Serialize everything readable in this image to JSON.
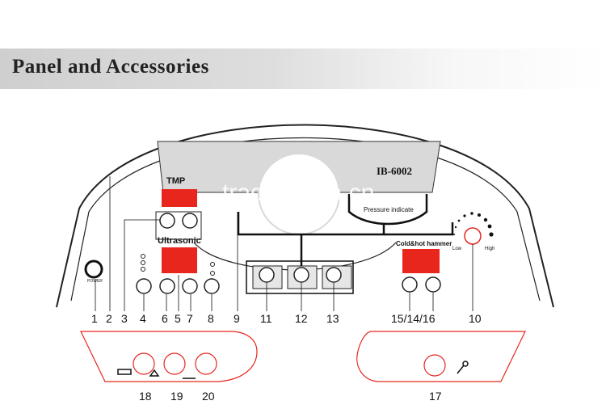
{
  "header": {
    "title": "Panel and Accessories"
  },
  "panel": {
    "model": "IB-6002",
    "display_label_partial": "TMP",
    "pressure_label": "Pressure indicate",
    "ultrasonic_label": "Ultrasonic",
    "hammer_label": "Cold&hot hammer",
    "knob_low": "Low",
    "knob_high": "High",
    "power_label": "POWER"
  },
  "watermark": "trade.china.cn",
  "callouts": [
    "1",
    "2",
    "3",
    "4",
    "6",
    "5",
    "7",
    "8",
    "9",
    "11",
    "12",
    "13",
    "15/14/16",
    "10",
    "18",
    "19",
    "20",
    "17"
  ],
  "colors": {
    "display": "#e8261e",
    "outline": "#222222",
    "shade": "#d9d9d9"
  }
}
